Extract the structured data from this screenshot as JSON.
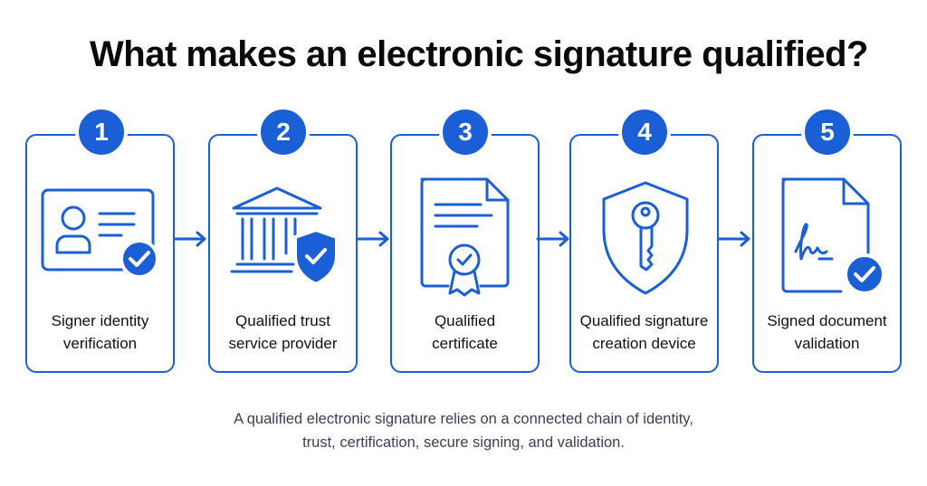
{
  "title": "What makes an electronic signature qualified?",
  "accent_color": "#1a5fd6",
  "steps": [
    {
      "number": "1",
      "icon": "id-card-check-icon",
      "label_line1": "Signer identity",
      "label_line2": "verification"
    },
    {
      "number": "2",
      "icon": "bank-shield-icon",
      "label_line1": "Qualified trust",
      "label_line2": "service provider"
    },
    {
      "number": "3",
      "icon": "certificate-icon",
      "label_line1": "Qualified",
      "label_line2": "certificate"
    },
    {
      "number": "4",
      "icon": "shield-key-icon",
      "label_line1": "Qualified signature",
      "label_line2": "creation device"
    },
    {
      "number": "5",
      "icon": "signed-document-icon",
      "label_line1": "Signed document",
      "label_line2": "validation"
    }
  ],
  "caption_line1": "A qualified electronic signature relies on a connected chain of identity,",
  "caption_line2": "trust, certification, secure signing, and validation."
}
